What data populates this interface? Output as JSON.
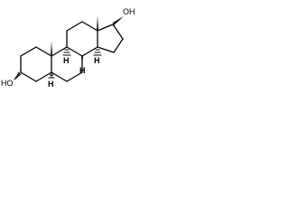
{
  "molecule": {
    "labels": {
      "hydroxyl_3": "HO",
      "hydroxyl_17": "OH",
      "h_5": "H",
      "h_8": "H",
      "h_9": "H",
      "h_14": "H"
    },
    "colors": {
      "bond": "#000000",
      "background": "#ffffff"
    }
  }
}
